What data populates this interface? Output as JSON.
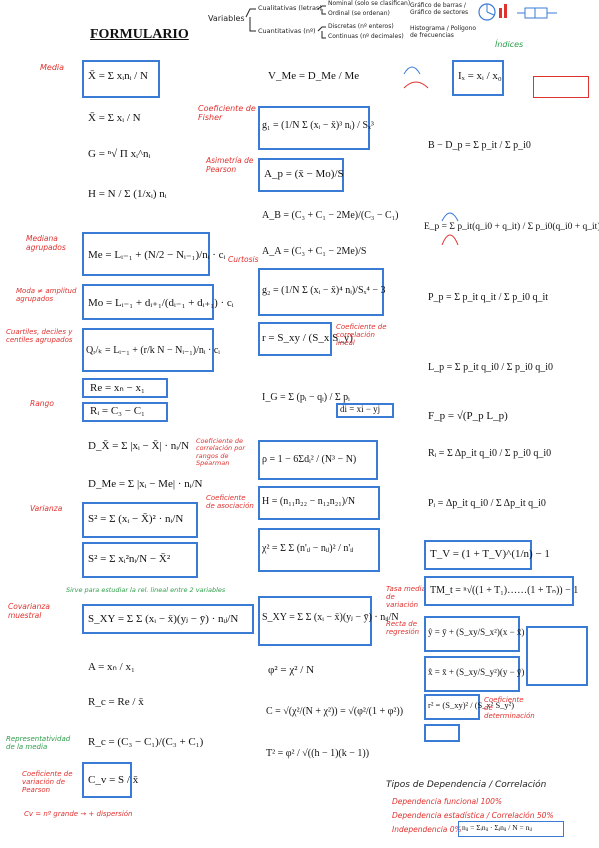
{
  "title": "FORMULARIO",
  "top_scheme": {
    "root": "Variables",
    "qual": "Cualitativas (letras)",
    "nominal": "Nominal (solo se clasifican)",
    "ordinal": "Ordinal (se ordenan)",
    "quant": "Cuantitativas (nº)",
    "discrete": "Discretas (nº enteros)",
    "continuous": "Continuas (nº decimales)",
    "charts_qual": "Gráfico de barras / Gráfico de sectores",
    "charts_quant": "Histograma / Polígono de frecuencias"
  },
  "left": {
    "media_label": "Media",
    "f_media_pond": "X̄ = Σ xᵢnᵢ / N",
    "f_media": "X̄ = Σ xᵢ / N",
    "f_geo": "G = ⁿ√ Π xᵢ^nᵢ",
    "f_harm": "H = N / Σ (1/xᵢ) nᵢ",
    "mediana_label": "Mediana agrupados",
    "f_mediana": "Me = Lᵢ₋₁ + (N/2 − Nᵢ₋₁)/nᵢ · cᵢ",
    "moda_label": "Moda ≠ amplitud agrupados",
    "f_moda": "Mo = Lᵢ₋₁ + dᵢ₊₁/(dᵢ₋₁ + dᵢ₊₁) · cᵢ",
    "cuartiles_label": "Cuartiles, deciles y centiles agrupados",
    "f_quantil": "Qᵣ/ₖ = Lᵢ₋₁ + (r/k N − Nᵢ₋₁)/nᵢ · cᵢ",
    "rango_label": "Rango",
    "f_re": "Re = xₙ − x₁",
    "f_ri": "Rᵢ = C₃ − C₁",
    "f_dx": "D_X̄ = Σ |xᵢ − X̄| · nᵢ/N",
    "f_dme": "D_Me = Σ |xᵢ − Me| · nᵢ/N",
    "varianza_label": "Varianza",
    "f_s2a": "S² = Σ (xᵢ − X̄)² · nᵢ/N",
    "f_s2b": "S² = Σ xᵢ²nᵢ/N − X̄²",
    "cov_note": "Sirve para estudiar la rel. lineal entre 2 variables",
    "cov_label": "Covarianza muestral",
    "f_sxy": "S_XY = Σ Σ (xᵢ − x̄)(yⱼ − ȳ) · nᵢⱼ/N",
    "f_a": "A = xₙ / x₁",
    "f_rc1": "R_c = Re / x̄",
    "f_rc2": "R_c = (C₃ − C₁)/(C₃ + C₁)",
    "repr_label": "Representatividad de la media",
    "cv_label": "Coeficiente de variación de Pearson",
    "f_cv": "C_v = S / x̄",
    "cv_note": "Cv = nº grande → + dispersión"
  },
  "middle": {
    "f_vme": "V_Me = D_Me / Me",
    "fisher_label": "Coeficiente de Fisher",
    "f_g1": "g₁ = (1/N Σ (xᵢ − x̄)³ nᵢ) / Sₓ³",
    "asim_label": "Asimetría de Pearson",
    "f_ap": "A_p = (x̄ − Mo)/S",
    "f_ab": "A_B = (C₃ + C₁ − 2Me)/(C₃ − C₁)",
    "f_aa": "A_A = (C₃ + C₁ − 2Me)/S",
    "curtosis_label": "Curtosis",
    "f_g2": "g₂ = (1/N Σ (xᵢ − x̄)⁴ nᵢ)/Sₓ⁴ − 3",
    "corr_label": "Coeficiente de correlación lineal",
    "f_r": "r = S_xy / (S_x S_y)",
    "f_ig": "I_G = Σ (pᵢ − qᵢ) / Σ pᵢ",
    "di_label": "di = xi − yj",
    "spearman_label": "Coeficiente de correlación por rangos de Spearman",
    "f_rho": "ρ = 1 − 6Σdᵢ² / (N³ − N)",
    "assoc_label": "Coeficiente de asociación",
    "f_h": "H = (n₁₁n₂₂ − n₁₂n₂₁)/N",
    "f_chi": "χ² = Σ Σ (n'ᵢⱼ − nᵢⱼ)² / n'ᵢⱼ",
    "media_var_label": "Tasa media de variación",
    "f_phi2": "φ² = χ² / N",
    "f_c": "C = √(χ²/(N + χ²)) = √(φ²/(1 + φ²))",
    "f_t2": "T² = φ² / √((h − 1)(k − 1))"
  },
  "right": {
    "f_bd": "B − D_p = Σ p_it / Σ p_i0",
    "f_ep": "E_p = Σ p_it(q_i0 + q_it) / Σ p_i0(q_i0 + q_it)",
    "f_pp": "P_p = Σ p_it q_it / Σ p_i0 q_it",
    "f_lp": "L_p = Σ p_it q_i0 / Σ p_i0 q_i0",
    "f_fp": "F_p = √(P_p L_p)",
    "f_ri2": "Rᵢ = Σ Δp_it q_i0 / Σ p_i0 q_i0",
    "f_pi": "Pᵢ = Δp_it q_i0 / Σ Δp_it q_i0",
    "f_tv": "T_V = (1 + T_V)^(1/n) − 1",
    "f_tmt": "TM_t = ⁿ√((1 + T₁)……(1 + Tₙ)) − 1",
    "regr_label": "Recta de regresión",
    "f_regr_y": "ŷ = ȳ + (S_xy/S_x²)(x − x̄)",
    "f_regr_x": "x̂ = x̄ + (S_xy/S_y²)(y − ȳ)",
    "f_r2": "r² = (S_xy)² / (S_x² S_y²)",
    "det_label": "Coeficiente de determinación",
    "f_ix": "Iₓ = xᵢ / x₀",
    "indices_label": "Índices",
    "dep_title": "Tipos de Dependencia / Correlación",
    "dep_1": "Dependencia funcional 100%",
    "dep_2": "Dependencia estadística / Correlación 50%",
    "dep_3": "Independencia 0%",
    "dep_formula": "nᵢⱼ = Σᵢnᵢⱼ · Σⱼnᵢⱼ / N = nᵢⱼ"
  }
}
